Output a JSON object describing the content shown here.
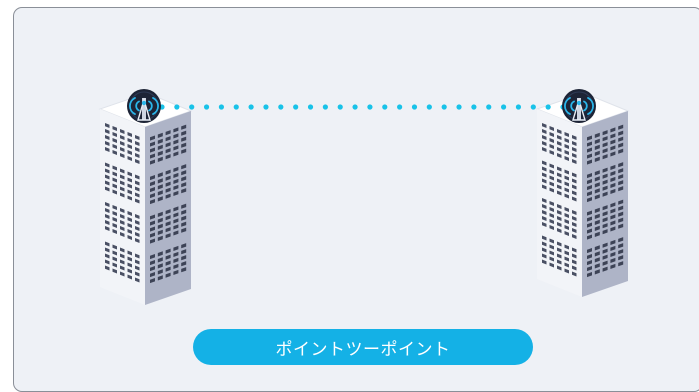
{
  "diagram": {
    "caption": "ポイントツーポイント",
    "nodes": [
      {
        "name": "left-building",
        "icon": "office-building-icon",
        "antenna": "wireless-antenna-icon"
      },
      {
        "name": "right-building",
        "icon": "office-building-icon",
        "antenna": "wireless-antenna-icon"
      }
    ],
    "link": {
      "style": "dotted",
      "kind": "wireless-link"
    }
  },
  "colors": {
    "panel_bg": "#eef1f6",
    "panel_border": "#8a8f98",
    "accent": "#14b1e6",
    "link_dots": "#18c2e8",
    "building_face_light": "#f2f4f8",
    "building_face_dark": "#aeb4c7",
    "building_top": "#ffffff",
    "window": "#4a5064",
    "antenna_dark": "#1d2436",
    "antenna_wave": "#2ab6ea"
  }
}
